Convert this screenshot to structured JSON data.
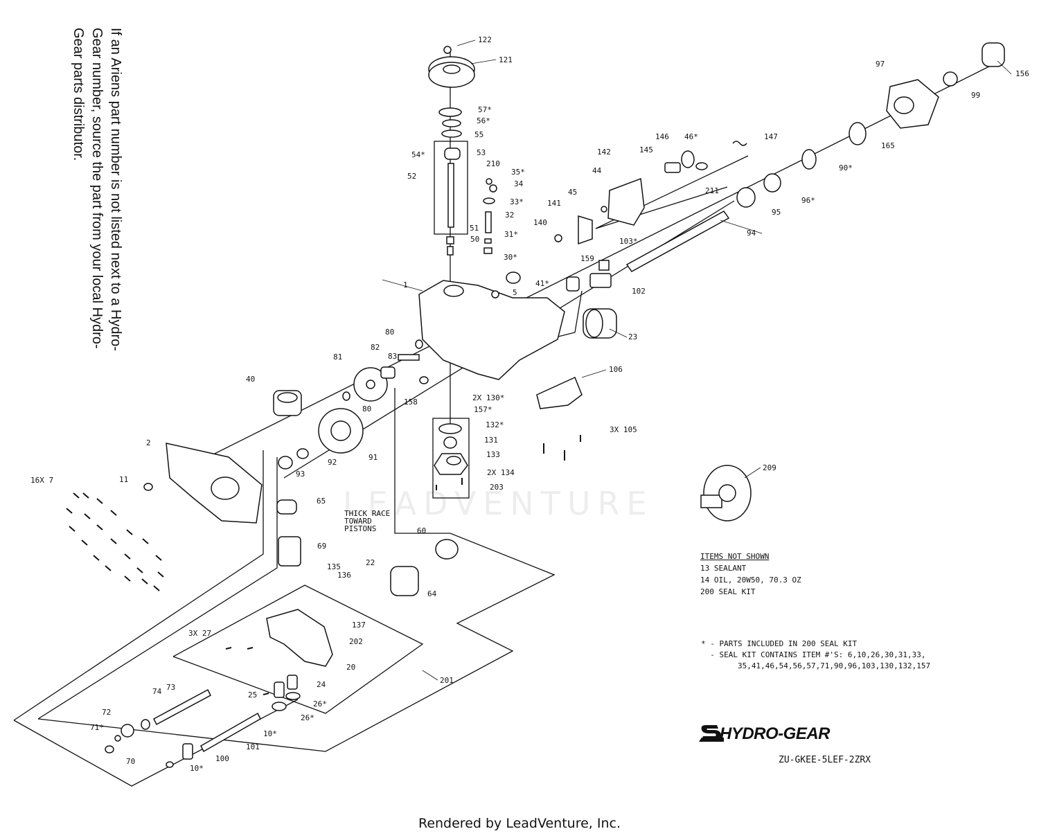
{
  "side_note": "If an Ariens part number is not listed next to a Hydro-Gear number, source the part from your local Hydro-Gear parts distributor.",
  "watermark": "LEADVENTURE",
  "items_not_shown": {
    "title": "ITEMS NOT SHOWN",
    "lines": [
      "13 SEALANT",
      "14 OIL, 20W50, 70.3 OZ",
      "200 SEAL KIT"
    ]
  },
  "seal_kit_note": {
    "line1": "* - PARTS INCLUDED IN 200 SEAL KIT",
    "line2": "  - SEAL KIT CONTAINS ITEM #'S: 6,10,26,30,31,33,",
    "line3": "        35,41,46,54,56,57,71,90,96,103,130,132,157"
  },
  "annotation_thick_race": [
    "THICK RACE",
    "TOWARD",
    "PISTONS"
  ],
  "logo_text": "HYDRO-GEAR",
  "model_code": "ZU-GKEE-5LEF-2ZRX",
  "footer": "Rendered by LeadVenture, Inc.",
  "callouts": [
    "122",
    "121",
    "57*",
    "56*",
    "55",
    "54*",
    "53",
    "52",
    "210",
    "35*",
    "34",
    "33*",
    "32",
    "31*",
    "30*",
    "51",
    "50",
    "1",
    "5",
    "41*",
    "80",
    "82",
    "83",
    "81",
    "40",
    "2",
    "11",
    "16X 7",
    "93",
    "92",
    "91",
    "80",
    "158",
    "65",
    "69",
    "60",
    "64",
    "22",
    "135",
    "136",
    "137",
    "202",
    "3X 27",
    "20",
    "25",
    "24",
    "26*",
    "26*",
    "201",
    "74",
    "73",
    "72",
    "71*",
    "70",
    "101",
    "10*",
    "100",
    "10*",
    "2X 130*",
    "157*",
    "132*",
    "131",
    "133",
    "2X 134",
    "203",
    "106",
    "3X 105",
    "23",
    "159",
    "103*",
    "102",
    "140",
    "141",
    "45",
    "44",
    "142",
    "145",
    "146",
    "46*",
    "147",
    "211",
    "94",
    "95",
    "96*",
    "90*",
    "165",
    "97",
    "99",
    "156",
    "209"
  ]
}
